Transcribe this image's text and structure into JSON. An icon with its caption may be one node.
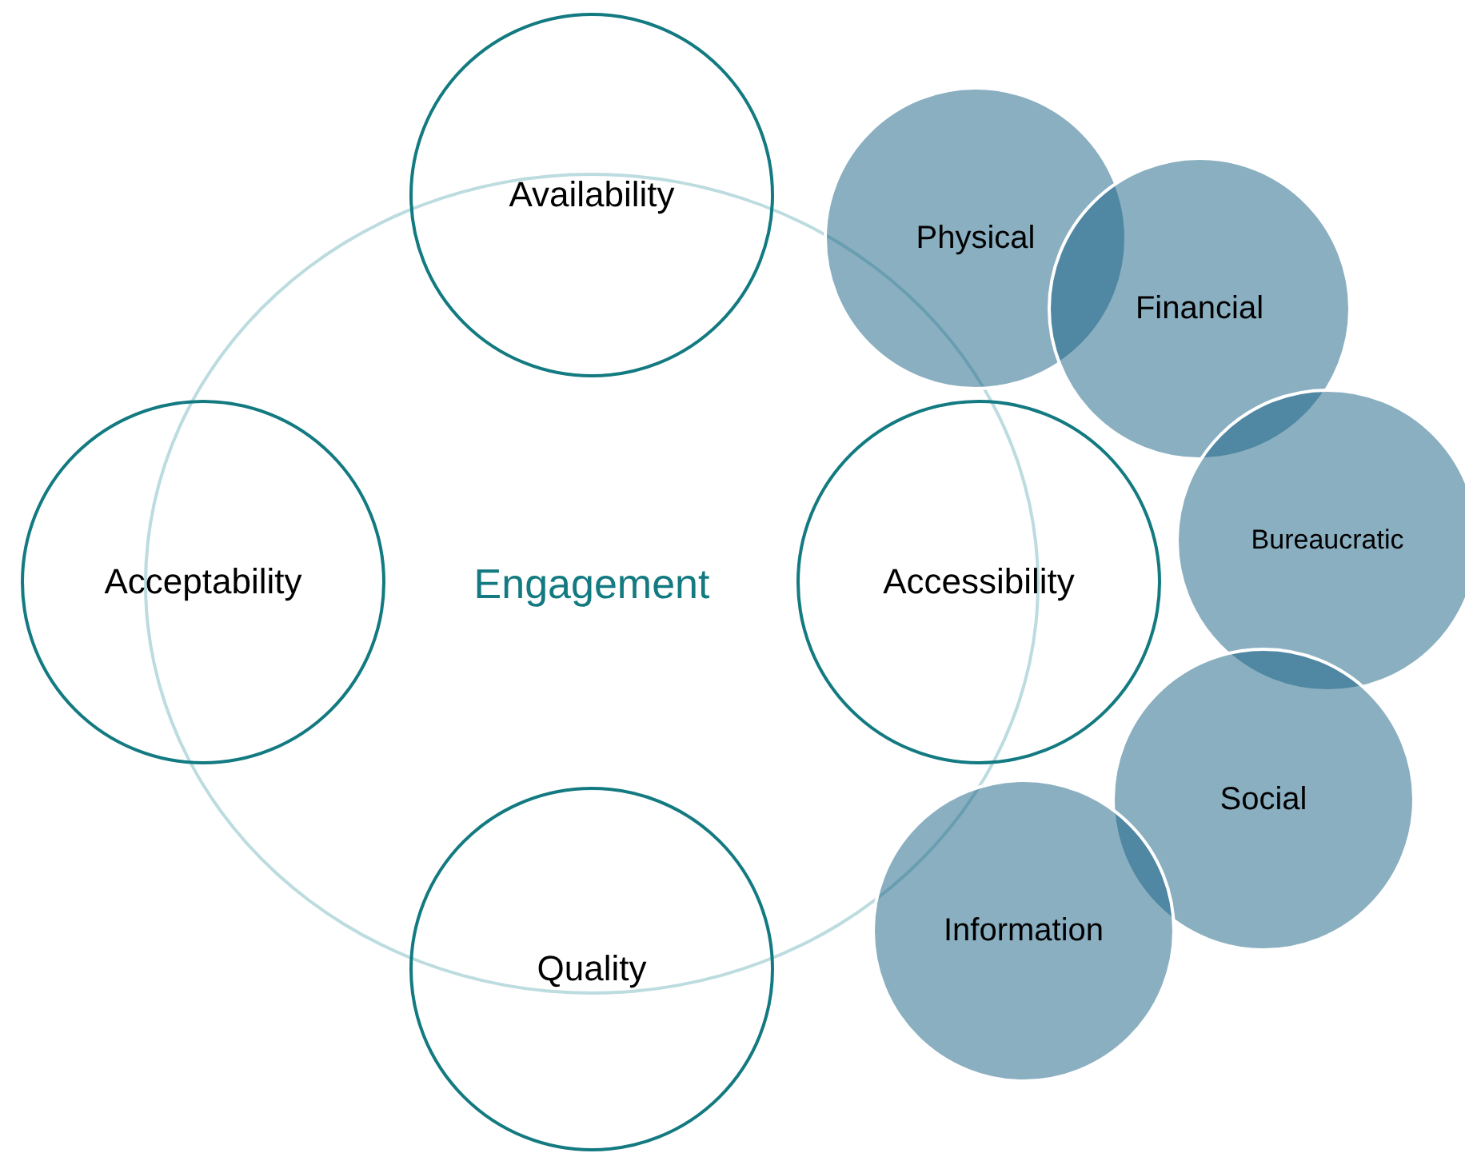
{
  "diagram": {
    "nodes": [
      {
        "text": [
          "Engagement"
        ]
      },
      {
        "text": [
          "Availability"
        ]
      },
      {
        "text": [
          "Acceptability"
        ]
      },
      {
        "text": [
          "Accessibility"
        ]
      },
      {
        "text": [
          "Quality"
        ]
      },
      {
        "text": [
          "Physical"
        ]
      },
      {
        "text": [
          "Financial"
        ]
      },
      {
        "text": [
          "Bureaucratic"
        ]
      },
      {
        "text": [
          "Social"
        ]
      },
      {
        "text": [
          "Information"
        ]
      }
    ]
  }
}
